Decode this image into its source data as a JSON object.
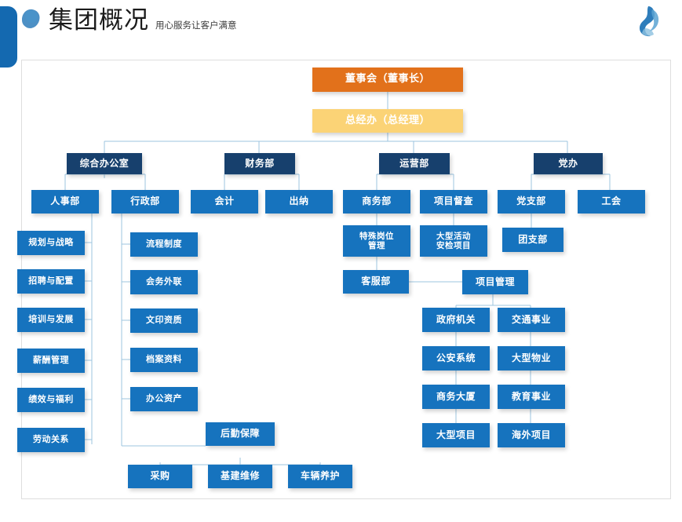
{
  "header": {
    "title": "集团概况",
    "subtitle": "用心服务让客户满意",
    "logo_icon": "company-blob-logo-icon",
    "deco_icon": "blue-rounded-bar-decoration-icon"
  },
  "colors": {
    "orange": "#E2711B",
    "gold": "#FBD376",
    "navy": "#17406D",
    "blue": "#1673BE",
    "connector": "#9CC4DF",
    "frame_border": "#DEDEDE",
    "page_background": "#FFFFFF"
  },
  "chart_data": {
    "type": "diagram",
    "title": "集团概况",
    "subtitle": "用心服务让客户满意",
    "diagram_kind": "organization-chart",
    "nodes": [
      {
        "id": "board",
        "label": "董事会（董事长）",
        "level": 0,
        "style": "orange"
      },
      {
        "id": "gm",
        "label": "总经办（总经理）",
        "level": 1,
        "style": "gold"
      },
      {
        "id": "dept_admin",
        "label": "综合办公室",
        "level": 2,
        "style": "navy"
      },
      {
        "id": "dept_finance",
        "label": "财务部",
        "level": 2,
        "style": "navy"
      },
      {
        "id": "dept_ops",
        "label": "运营部",
        "level": 2,
        "style": "navy"
      },
      {
        "id": "dept_party",
        "label": "党办",
        "level": 2,
        "style": "navy"
      },
      {
        "id": "hr",
        "label": "人事部",
        "level": 3,
        "style": "blue",
        "parent": "dept_admin"
      },
      {
        "id": "admin",
        "label": "行政部",
        "level": 3,
        "style": "blue",
        "parent": "dept_admin"
      },
      {
        "id": "accounting",
        "label": "会计",
        "level": 3,
        "style": "blue",
        "parent": "dept_finance"
      },
      {
        "id": "cashier",
        "label": "出纳",
        "level": 3,
        "style": "blue",
        "parent": "dept_finance"
      },
      {
        "id": "business",
        "label": "商务部",
        "level": 3,
        "style": "blue",
        "parent": "dept_ops"
      },
      {
        "id": "supervision",
        "label": "项目督查",
        "level": 3,
        "style": "blue",
        "parent": "dept_ops"
      },
      {
        "id": "party_branch",
        "label": "党支部",
        "level": 3,
        "style": "blue",
        "parent": "dept_party"
      },
      {
        "id": "union",
        "label": "工会",
        "level": 3,
        "style": "blue",
        "parent": "dept_party"
      },
      {
        "id": "hr1",
        "label": "规划与战略",
        "level": 4,
        "style": "blue",
        "parent": "hr"
      },
      {
        "id": "hr2",
        "label": "招聘与配置",
        "level": 4,
        "style": "blue",
        "parent": "hr"
      },
      {
        "id": "hr3",
        "label": "培训与发展",
        "level": 4,
        "style": "blue",
        "parent": "hr"
      },
      {
        "id": "hr4",
        "label": "薪酬管理",
        "level": 4,
        "style": "blue",
        "parent": "hr"
      },
      {
        "id": "hr5",
        "label": "绩效与福利",
        "level": 4,
        "style": "blue",
        "parent": "hr"
      },
      {
        "id": "hr6",
        "label": "劳动关系",
        "level": 4,
        "style": "blue",
        "parent": "hr"
      },
      {
        "id": "ad1",
        "label": "流程制度",
        "level": 4,
        "style": "blue",
        "parent": "admin"
      },
      {
        "id": "ad2",
        "label": "会务外联",
        "level": 4,
        "style": "blue",
        "parent": "admin"
      },
      {
        "id": "ad3",
        "label": "文印资质",
        "level": 4,
        "style": "blue",
        "parent": "admin"
      },
      {
        "id": "ad4",
        "label": "档案资料",
        "level": 4,
        "style": "blue",
        "parent": "admin"
      },
      {
        "id": "ad5",
        "label": "办公资产",
        "level": 4,
        "style": "blue",
        "parent": "admin"
      },
      {
        "id": "logistics",
        "label": "后勤保障",
        "level": 5,
        "style": "blue",
        "parent": "admin"
      },
      {
        "id": "lg1",
        "label": "采购",
        "level": 6,
        "style": "blue",
        "parent": "logistics"
      },
      {
        "id": "lg2",
        "label": "基建维修",
        "level": 6,
        "style": "blue",
        "parent": "logistics"
      },
      {
        "id": "lg3",
        "label": "车辆养护",
        "level": 6,
        "style": "blue",
        "parent": "logistics"
      },
      {
        "id": "special_post",
        "label": "特殊岗位\n管理",
        "level": 4,
        "style": "blue",
        "parent": "business"
      },
      {
        "id": "big_event",
        "label": "大型活动\n安检项目",
        "level": 4,
        "style": "blue",
        "parent": "supervision"
      },
      {
        "id": "customer_service",
        "label": "客服部",
        "level": 5,
        "style": "blue",
        "parent": "special_post"
      },
      {
        "id": "project_mgmt",
        "label": "项目管理",
        "level": 5,
        "style": "blue",
        "parent": "customer_service"
      },
      {
        "id": "pm1",
        "label": "政府机关",
        "level": 6,
        "style": "blue",
        "parent": "project_mgmt"
      },
      {
        "id": "pm2",
        "label": "公安系统",
        "level": 6,
        "style": "blue",
        "parent": "project_mgmt"
      },
      {
        "id": "pm3",
        "label": "商务大厦",
        "level": 6,
        "style": "blue",
        "parent": "project_mgmt"
      },
      {
        "id": "pm4",
        "label": "大型项目",
        "level": 6,
        "style": "blue",
        "parent": "project_mgmt"
      },
      {
        "id": "pm5",
        "label": "交通事业",
        "level": 6,
        "style": "blue",
        "parent": "project_mgmt"
      },
      {
        "id": "pm6",
        "label": "大型物业",
        "level": 6,
        "style": "blue",
        "parent": "project_mgmt"
      },
      {
        "id": "pm7",
        "label": "教育事业",
        "level": 6,
        "style": "blue",
        "parent": "project_mgmt"
      },
      {
        "id": "pm8",
        "label": "海外项目",
        "level": 6,
        "style": "blue",
        "parent": "project_mgmt"
      },
      {
        "id": "youth_branch",
        "label": "团支部",
        "level": 4,
        "style": "blue",
        "parent": "party_branch"
      }
    ]
  },
  "nodes": {
    "board": "董事会（董事长）",
    "gm": "总经办（总经理）",
    "dept_admin": "综合办公室",
    "dept_finance": "财务部",
    "dept_ops": "运营部",
    "dept_party": "党办",
    "hr": "人事部",
    "admin": "行政部",
    "accounting": "会计",
    "cashier": "出纳",
    "business": "商务部",
    "supervision": "项目督查",
    "party_branch": "党支部",
    "union": "工会",
    "hr1": "规划与战略",
    "hr2": "招聘与配置",
    "hr3": "培训与发展",
    "hr4": "薪酬管理",
    "hr5": "绩效与福利",
    "hr6": "劳动关系",
    "ad1": "流程制度",
    "ad2": "会务外联",
    "ad3": "文印资质",
    "ad4": "档案资料",
    "ad5": "办公资产",
    "logistics": "后勤保障",
    "lg1": "采购",
    "lg2": "基建维修",
    "lg3": "车辆养护",
    "special_post_l1": "特殊岗位",
    "special_post_l2": "管理",
    "big_event_l1": "大型活动",
    "big_event_l2": "安检项目",
    "customer_service": "客服部",
    "project_mgmt": "项目管理",
    "pm1": "政府机关",
    "pm2": "公安系统",
    "pm3": "商务大厦",
    "pm4": "大型项目",
    "pm5": "交通事业",
    "pm6": "大型物业",
    "pm7": "教育事业",
    "pm8": "海外项目",
    "youth_branch": "团支部"
  }
}
